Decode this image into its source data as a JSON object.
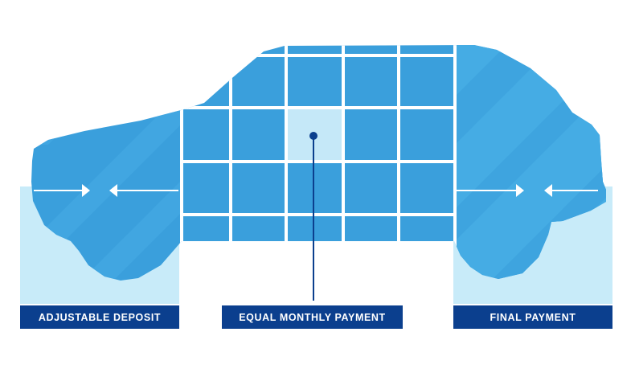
{
  "labels": {
    "deposit": "ADJUSTABLE DEPOSIT",
    "monthly": "EQUAL MONTHLY PAYMENT",
    "final": "FINAL PAYMENT"
  },
  "colors": {
    "car_body": "#3a9fdc",
    "car_body_light": "#49aee5",
    "grid_lines": "#ffffff",
    "highlight_cell": "#c5e8f8",
    "pale_zone": "#c8ebf9",
    "label_background": "#0b3f8e",
    "arrows": "#ffffff",
    "pointer": "#0b3f8e"
  }
}
